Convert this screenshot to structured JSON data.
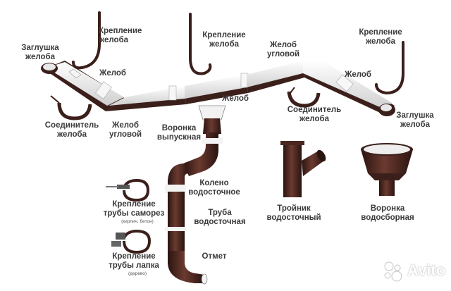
{
  "labels": {
    "gutter_bracket_left": [
      "Крепление",
      "желоба"
    ],
    "gutter_bracket_mid": [
      "Крепление",
      "желоба"
    ],
    "gutter_bracket_right": [
      "Крепление",
      "желоба"
    ],
    "end_cap_left": [
      "Заглушка",
      "желоба"
    ],
    "end_cap_right": [
      "Заглушка",
      "желоба"
    ],
    "gutter_left": "Желоб",
    "gutter_mid": "Желоб",
    "gutter_right": "Желоб",
    "corner_gutter_left": [
      "Желоб",
      "угловой"
    ],
    "corner_gutter_top": [
      "Желоб",
      "угловой"
    ],
    "connector_left": [
      "Соединитель",
      "желоба"
    ],
    "connector_right": [
      "Соединитель",
      "желоба"
    ],
    "outlet_funnel": [
      "Воронка",
      "выпускная"
    ],
    "elbow": [
      "Колено",
      "водосточное"
    ],
    "pipe": [
      "Труба",
      "водосточная"
    ],
    "spout": "Отмет",
    "tee": [
      "Тройник",
      "водосточный"
    ],
    "collector_funnel": [
      "Воронка",
      "водосборная"
    ],
    "pipe_clamp_screw": [
      "Крепление",
      "трубы саморез"
    ],
    "pipe_clamp_screw_note": "(кирпич, бетон)",
    "pipe_clamp_paw": [
      "Крепление",
      "трубы лапка"
    ],
    "pipe_clamp_paw_note": "(дерево)"
  },
  "watermark": "Avito",
  "colors": {
    "brown": "#3b1f1a",
    "brown_light": "#6b3a30",
    "label": "#3a3a3a",
    "white_part": "#f4f4f4"
  }
}
